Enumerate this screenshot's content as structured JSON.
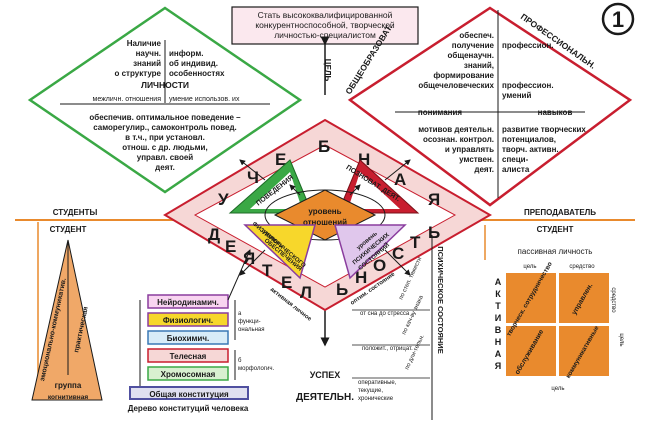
{
  "badge": "1",
  "goal_box": {
    "line1": "Стать высококвалифицированной",
    "line2": "конкурентноспособной, творческой",
    "line3": "личностью-специалистом"
  },
  "goal_label": "ЦЕЛЬ",
  "result_label": {
    "line1": "УСПЕХ",
    "line2": "ДЕЯТЕЛЬН."
  },
  "axis": {
    "students": "СТУДЕНТЫ",
    "teacher": "ПРЕПОДАВАТЕЛЬ"
  },
  "side_labels": {
    "general": "ОБЩЕОБРАЗОВАТ.",
    "professional": "ПРОФЕССИОНАЛЬН."
  },
  "left_diamond": {
    "top_left": [
      "Наличие",
      "научн.",
      "знаний",
      "о структуре"
    ],
    "top_right": [
      "информ.",
      "об индивид.",
      "особенностях"
    ],
    "personality": "ЛИЧНОСТИ",
    "relations_left": "межличн. отношения",
    "relations_right": "умение использов. их",
    "bottom": [
      "обеспечив. оптимальное поведение –",
      "саморегулир., самоконтроль повед.",
      "в т.ч., при установл.",
      "отнош. с др. людьми,",
      "управл. своей",
      "деят."
    ]
  },
  "right_diamond": {
    "top": [
      "обеспеч.",
      "получение",
      "общенаучн.",
      "знаний,",
      "формирование",
      "общечеловеческих"
    ],
    "top_right": [
      "профессион.",
      "профессион.",
      "умений"
    ],
    "understanding": "понимания",
    "skills": "навыков",
    "left_col": [
      "мотивов деятельн.",
      "осознан. контрол.",
      "и управлять",
      "умствен.",
      "деят."
    ],
    "right_col": [
      "развитие творческих",
      "потенциалов,",
      "творч. активн.",
      "специ-",
      "алиста"
    ]
  },
  "center": {
    "ring_top": [
      "У",
      "Ч",
      "Е",
      "Б",
      "Н",
      "А",
      "Я"
    ],
    "ring_bottom": [
      "Д",
      "Е",
      "Я",
      "Т",
      "Е",
      "Л",
      "Ь",
      "Н",
      "О",
      "С",
      "Т",
      "Ь"
    ],
    "behavior": "ПОВЕДЕНИЯ",
    "cognitive": "ПОЗНОВАТ. ДЕЯТ.",
    "level": [
      "уровень",
      "отношений"
    ],
    "physio": [
      "уровень",
      "ФИЗИОЛОГИЧЕСКОГО",
      "ОБЕСПЕЧЕНИЯ"
    ],
    "psych": [
      "уровень",
      "ПСИХИЧЕСКИХ",
      "СОСТОЯНИЙ"
    ],
    "active_label": "активная личное",
    "optimal_label": "оптим. состояние"
  },
  "left_tri": {
    "header": "СТУДЕНТ",
    "left_side": "эмоционально-коммуникатив.",
    "right_side": "практическая",
    "group": "группа",
    "cognitive": "когнитивная"
  },
  "constitution_tree": {
    "items": [
      "Нейродинамич.",
      "Физиологич.",
      "Биохимич.",
      "Телесная",
      "Хромосомная",
      "Общая конституция"
    ],
    "note_a": [
      "а",
      "функци-",
      "ональная"
    ],
    "note_b": [
      "б",
      "морфологич."
    ],
    "caption": "Дерево конституций человека"
  },
  "psych_states": {
    "vertical": "ПСИХИЧЕСКОЕ СОСТОЯНИЕ",
    "by_level": "по степ. тяжести",
    "lvl_text": "от сна до стресса",
    "by_quality": "по кач-ву знака",
    "quality_text": "положит., отрицат.",
    "by_duration": "по дли-тельн.",
    "duration_text": [
      "оперативные,",
      "текущие,",
      "хронические"
    ]
  },
  "right_matrix": {
    "header": "СТУДЕНТ",
    "passive": "пассивная личность",
    "goal_top": "цель",
    "means_top": "средство",
    "active_vertical": [
      "А",
      "К",
      "Т",
      "И",
      "В",
      "Н",
      "А",
      "Я"
    ],
    "cells": [
      "творческ. сотрудничество",
      "управлен.",
      "обслуживание",
      "коммуникативные"
    ],
    "goal_right": "цель",
    "means_left": "средство",
    "goal_bottom": "цель"
  },
  "colors": {
    "green": "#3aa845",
    "red": "#c81e2f",
    "orange": "#e98a2d",
    "purple": "#8a3d9e",
    "yellow": "#f7d72b",
    "pink_fill": "#f6d7d6"
  }
}
